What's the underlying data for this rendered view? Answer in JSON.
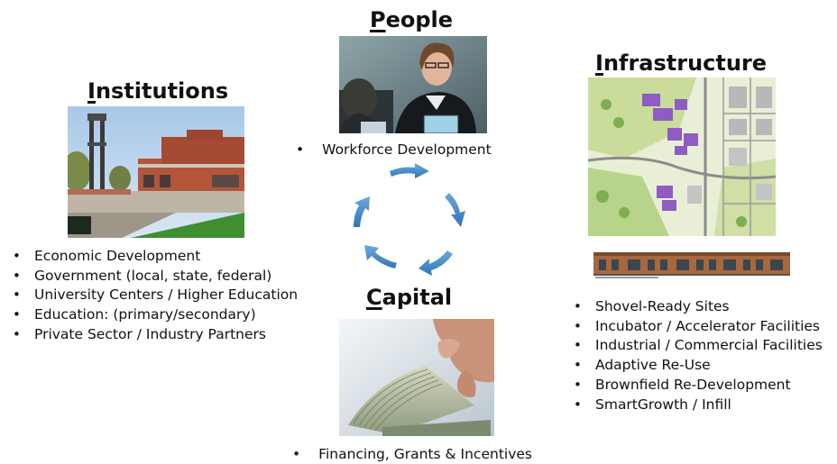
{
  "people": {
    "heading_first": "P",
    "heading_rest": "eople",
    "items": [
      "Workforce Development"
    ]
  },
  "institutions": {
    "heading_first": "I",
    "heading_rest": "nstitutions",
    "items": [
      "Economic Development",
      "Government (local, state, federal)",
      "University Centers / Higher Education",
      "Education: (primary/secondary)",
      "Private Sector / Industry Partners"
    ]
  },
  "infrastructure": {
    "heading_first": "I",
    "heading_rest": "nfrastructure",
    "items": [
      "Shovel-Ready Sites",
      "Incubator / Accelerator Facilities",
      "Industrial / Commercial Facilities",
      "Adaptive Re-Use",
      "Brownfield Re-Development",
      "SmartGrowth / Infill"
    ]
  },
  "capital": {
    "heading_first": "C",
    "heading_rest": "apital",
    "items": [
      "Financing, Grants & Incentives"
    ]
  },
  "colors": {
    "arrow": "#2e75b6",
    "arrow_light": "#5b9bd5",
    "heading_text": "#111111"
  },
  "icons": {
    "people_photo": "business-meeting-photo",
    "institutions_photo": "campus-building-photo",
    "infrastructure_plan": "site-plan-map",
    "infrastructure_elevation": "building-elevation-drawing",
    "capital_photo": "cash-stack-photo"
  }
}
